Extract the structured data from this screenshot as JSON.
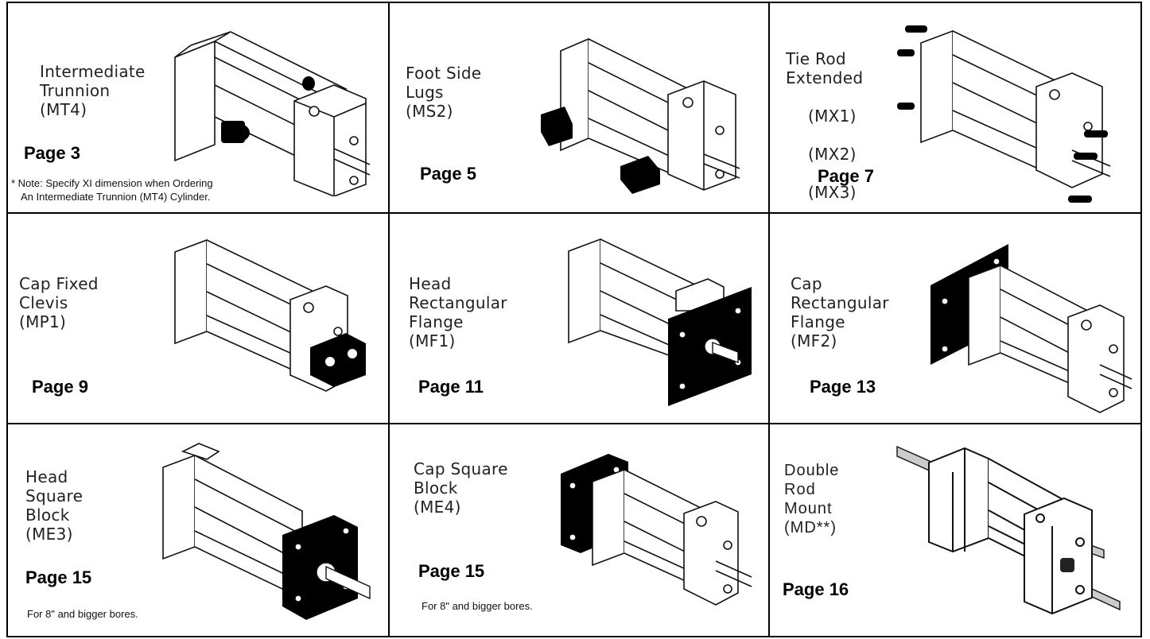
{
  "cells": [
    {
      "id": "mt4",
      "label_lines": [
        "Intermediate",
        "Trunnion",
        "(MT4)"
      ],
      "page": "Page 3",
      "note_lines": [
        "* Note: Specify XI dimension when Ordering",
        "An Intermediate Trunnion (MT4) Cylinder."
      ]
    },
    {
      "id": "ms2",
      "label_lines": [
        "Foot Side",
        "Lugs",
        "(MS2)"
      ],
      "page": "Page 5",
      "note_lines": []
    },
    {
      "id": "mx",
      "label_lines": [
        "Tie Rod",
        "Extended",
        "(MX1)",
        "(MX2)",
        "(MX3)"
      ],
      "page": "Page 7",
      "note_lines": []
    },
    {
      "id": "mp1",
      "label_lines": [
        "Cap Fixed",
        "Clevis",
        "(MP1)"
      ],
      "page": "Page 9",
      "note_lines": []
    },
    {
      "id": "mf1",
      "label_lines": [
        "Head",
        "Rectangular",
        "Flange",
        "(MF1)"
      ],
      "page": "Page 11",
      "note_lines": []
    },
    {
      "id": "mf2",
      "label_lines": [
        "Cap",
        "Rectangular",
        "Flange",
        "(MF2)"
      ],
      "page": "Page 13",
      "note_lines": []
    },
    {
      "id": "me3",
      "label_lines": [
        "Head",
        "Square",
        "Block",
        "(ME3)"
      ],
      "page": "Page 15",
      "note_lines": [
        "For 8\" and bigger bores."
      ]
    },
    {
      "id": "me4",
      "label_lines": [
        "Cap Square",
        "Block",
        "(ME4)"
      ],
      "page": "Page 15",
      "note_lines": [
        "For 8\" and bigger bores."
      ]
    },
    {
      "id": "md",
      "label_lines": [
        "Double",
        "Rod",
        "Mount",
        "(MD**)"
      ],
      "page": "Page 16",
      "note_lines": []
    }
  ]
}
